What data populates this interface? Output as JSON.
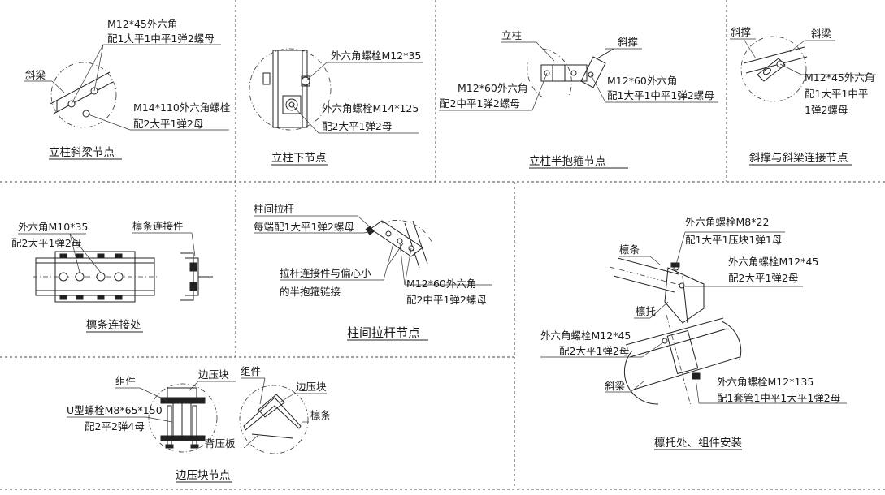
{
  "panels": {
    "p1": {
      "title": "立柱斜梁节点",
      "labels": {
        "bolt1_l1": "M12*45外六角",
        "bolt1_l2": "配1大平1中平1弹2螺母",
        "beam": "斜梁",
        "bolt2_l1": "M14*110外六角螺栓",
        "bolt2_l2": "配2大平1弹2母"
      }
    },
    "p2": {
      "title": "立柱下节点",
      "labels": {
        "bolt1": "外六角螺栓M12*35",
        "bolt2_l1": "外六角螺栓M14*125",
        "bolt2_l2": "配2大平1弹2母"
      }
    },
    "p3": {
      "title": "立柱半抱箍节点",
      "labels": {
        "column": "立柱",
        "brace": "斜撑",
        "left_l1": "M12*60外六角",
        "left_l2": "配2中平1弹2螺母",
        "right_l1": "M12*60外六角",
        "right_l2": "配1大平1中平1弹2螺母"
      }
    },
    "p4": {
      "title": "斜撑与斜梁连接节点",
      "labels": {
        "brace": "斜撑",
        "beam": "斜梁",
        "bolt_l1": "M12*45外六角",
        "bolt_l2": "配1大平1中平",
        "bolt_l3": "1弹2螺母"
      }
    },
    "p5": {
      "title": "檩条连接处",
      "labels": {
        "bolt_l1": "外六角M10*35",
        "bolt_l2": "配2大平1弹2母",
        "connector": "檩条连接件"
      }
    },
    "p6": {
      "title": "柱间拉杆节点",
      "labels": {
        "rod_l1": "柱间拉杆",
        "rod_l2": "每端配1大平1弹2螺母",
        "link_l1": "拉杆连接件与偏心小",
        "link_l2": "的半抱箍链接",
        "bolt_l1": "M12*60外六角",
        "bolt_l2": "配2中平1弹2螺母"
      }
    },
    "p7": {
      "title": "边压块节点",
      "labels": {
        "comp_left": "组件",
        "clamp_left": "边压块",
        "ubolt_l1": "U型螺栓M8*65*150",
        "ubolt_l2": "配2平2弹4母",
        "comp_right": "组件",
        "clamp_right": "边压块",
        "purlin": "檩条",
        "backplate": "背压板"
      }
    },
    "p8": {
      "title": "檩托处、组件安装",
      "labels": {
        "b1_l1": "外六角螺栓M8*22",
        "b1_l2": "配1大平1压块1弹1母",
        "purlin": "檩条",
        "b2_l1": "外六角螺栓M12*45",
        "b2_l2": "配2大平1弹2母",
        "bracket": "檩托",
        "b3_l1": "外六角螺栓M12*45",
        "b3_l2": "配2大平1弹2母",
        "beam": "斜梁",
        "b4_l1": "外六角螺栓M12*135",
        "b4_l2": "配1套管1中平1大平1弹2母"
      }
    }
  }
}
